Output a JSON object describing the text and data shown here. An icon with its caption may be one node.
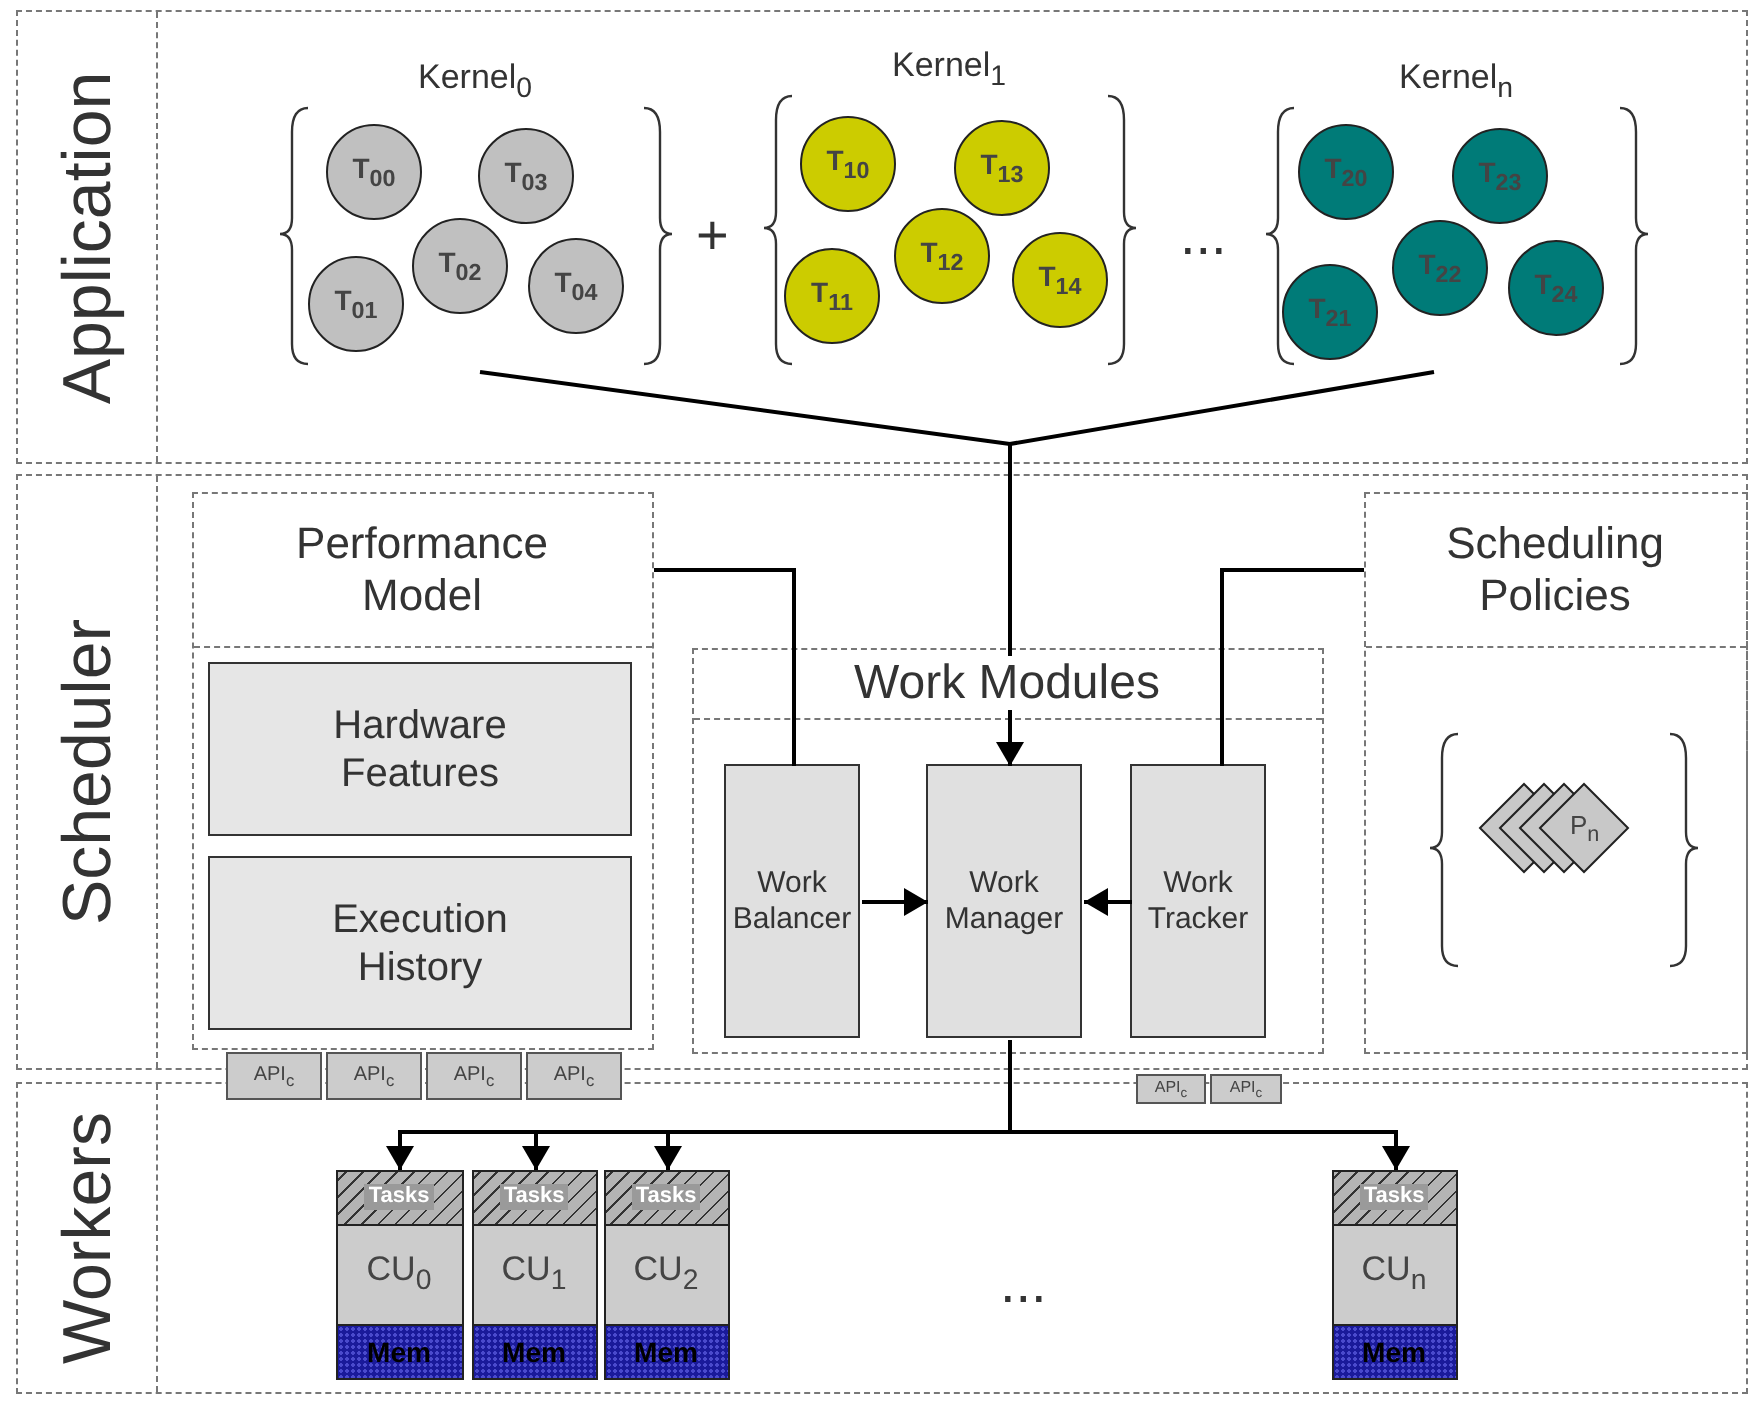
{
  "diagram": {
    "nodes": [
      {
        "text": [
          "Application"
        ]
      },
      {
        "text": [
          "Kernel$_{0}$"
        ],
        "in": 0
      },
      {
        "text": [
          "T$_{00}$"
        ],
        "in": 1
      },
      {
        "text": [
          "T$_{01}$"
        ],
        "in": 1
      },
      {
        "text": [
          "T$_{02}$"
        ],
        "in": 1
      },
      {
        "text": [
          "T$_{03}$"
        ],
        "in": 1
      },
      {
        "text": [
          "T$_{04}$"
        ],
        "in": 1
      },
      {
        "text": [
          "Kernel$_{1}$"
        ],
        "in": 0
      },
      {
        "text": [
          "T$_{10}$"
        ],
        "in": 7
      },
      {
        "text": [
          "T$_{11}$"
        ],
        "in": 7
      },
      {
        "text": [
          "T$_{12}$"
        ],
        "in": 7
      },
      {
        "text": [
          "T$_{13}$"
        ],
        "in": 7
      },
      {
        "text": [
          "T$_{14}$"
        ],
        "in": 7
      },
      {
        "text": [
          "Kernel$_{n}$"
        ],
        "in": 0
      },
      {
        "text": [
          "T$_{20}$"
        ],
        "in": 13
      },
      {
        "text": [
          "T$_{21}$"
        ],
        "in": 13
      },
      {
        "text": [
          "T$_{22}$"
        ],
        "in": 13
      },
      {
        "text": [
          "T$_{23}$"
        ],
        "in": 13
      },
      {
        "text": [
          "T$_{24}$"
        ],
        "in": 13
      },
      {
        "text": [
          "Scheduler"
        ]
      },
      {
        "text": [
          "Performance Model"
        ],
        "in": 19
      },
      {
        "text": [
          "Hardware Features"
        ],
        "in": 20
      },
      {
        "text": [
          "Execution History"
        ],
        "in": 20
      },
      {
        "text": [
          "Work Modules"
        ],
        "in": 19
      },
      {
        "text": [
          "Work Balancer"
        ],
        "in": 23
      },
      {
        "text": [
          "Work Manager"
        ],
        "in": 23
      },
      {
        "text": [
          "Work Tracker"
        ],
        "in": 23
      },
      {
        "text": [
          "Scheduling Policies"
        ],
        "in": 19
      },
      {
        "text": [
          "P$_{n}$"
        ],
        "in": 27
      },
      {
        "text": [
          "API$_{c}$"
        ]
      },
      {
        "text": [
          "API$_{c}$"
        ]
      },
      {
        "text": [
          "API$_{c}$"
        ]
      },
      {
        "text": [
          "API$_{c}$"
        ]
      },
      {
        "text": [
          "API$_{c}$"
        ]
      },
      {
        "text": [
          "API$_{c}$"
        ]
      },
      {
        "text": [
          "Workers"
        ]
      },
      {
        "text": [
          "Tasks",
          "CU$_{0}$",
          "Mem"
        ],
        "in": 35
      },
      {
        "text": [
          "Tasks",
          "CU$_{1}$",
          "Mem"
        ],
        "in": 35
      },
      {
        "text": [
          "Tasks",
          "CU$_{2}$",
          "Mem"
        ],
        "in": 35
      },
      {
        "text": [
          "Tasks",
          "CU$_{n}$",
          "Mem"
        ],
        "in": 35
      }
    ],
    "edges": [
      {
        "from": 1,
        "to": 23,
        "arrow": "none"
      },
      {
        "from": 13,
        "to": 23,
        "arrow": "none"
      },
      {
        "from": 23,
        "to": 25,
        "arrow": "to"
      },
      {
        "from": 20,
        "to": 24,
        "arrow": "none"
      },
      {
        "from": 27,
        "to": 26,
        "arrow": "none"
      },
      {
        "from": 24,
        "to": 25,
        "arrow": "to"
      },
      {
        "from": 26,
        "to": 25,
        "arrow": "to"
      },
      {
        "from": 25,
        "to": 36,
        "arrow": "to"
      },
      {
        "from": 25,
        "to": 37,
        "arrow": "to"
      },
      {
        "from": 25,
        "to": 38,
        "arrow": "to"
      },
      {
        "from": 25,
        "to": 39,
        "arrow": "to"
      }
    ],
    "labels": [
      "+",
      "...",
      "..."
    ]
  }
}
